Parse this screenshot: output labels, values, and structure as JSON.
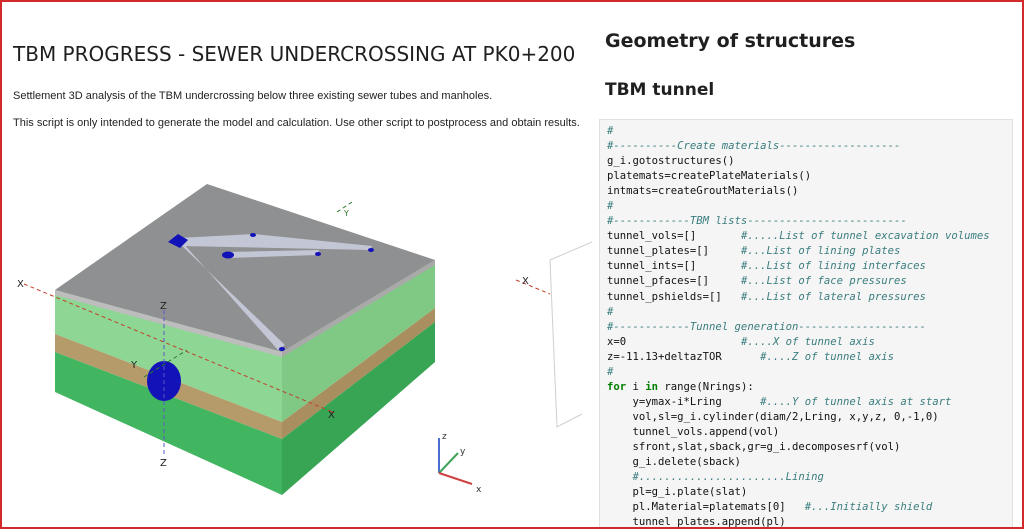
{
  "left": {
    "title": "TBM PROGRESS - SEWER UNDERCROSSING AT PK0+200",
    "description_1": "Settlement 3D analysis of the TBM undercrossing below three existing sewer tubes and manholes.",
    "description_2": "This script is only intended to generate the model and calculation. Use other script to postprocess and obtain results."
  },
  "viewport": {
    "axis_x": "X",
    "axis_y": "Y",
    "axis_z": "Z",
    "triad_x": "x",
    "triad_y": "y",
    "triad_z": "z",
    "colors": {
      "top": "#8f9091",
      "upper_soil": "#8ed694",
      "sand_layer": "#b59a6a",
      "lower_soil": "#42b561",
      "tunnel": "#1212b8",
      "sewer": "#c3c6d4"
    }
  },
  "right": {
    "heading": "Geometry of structures",
    "subheading": "TBM tunnel",
    "code_lines": [
      [
        {
          "t": "#",
          "c": "cm"
        }
      ],
      [
        {
          "t": "#----------Create materials-------------------",
          "c": "cm"
        }
      ],
      [
        {
          "t": "g_i.gotostructures()",
          "c": ""
        }
      ],
      [
        {
          "t": "platemats=createPlateMaterials()",
          "c": ""
        }
      ],
      [
        {
          "t": "intmats=createGroutMaterials()",
          "c": ""
        }
      ],
      [
        {
          "t": "#",
          "c": "cm"
        }
      ],
      [
        {
          "t": "#------------TBM lists-------------------------",
          "c": "cm"
        }
      ],
      [
        {
          "t": "tunnel_vols=[]       ",
          "c": ""
        },
        {
          "t": "#.....List of tunnel excavation volumes",
          "c": "cm"
        }
      ],
      [
        {
          "t": "tunnel_plates=[]     ",
          "c": ""
        },
        {
          "t": "#...List of lining plates",
          "c": "cm"
        }
      ],
      [
        {
          "t": "tunnel_ints=[]       ",
          "c": ""
        },
        {
          "t": "#...List of lining interfaces",
          "c": "cm"
        }
      ],
      [
        {
          "t": "tunnel_pfaces=[]     ",
          "c": ""
        },
        {
          "t": "#...List of face pressures",
          "c": "cm"
        }
      ],
      [
        {
          "t": "tunnel_pshields=[]   ",
          "c": ""
        },
        {
          "t": "#...List of lateral pressures",
          "c": "cm"
        }
      ],
      [
        {
          "t": "#",
          "c": "cm"
        }
      ],
      [
        {
          "t": "#------------Tunnel generation--------------------",
          "c": "cm"
        }
      ],
      [
        {
          "t": "x=0                  ",
          "c": ""
        },
        {
          "t": "#....X of tunnel axis",
          "c": "cm"
        }
      ],
      [
        {
          "t": "z=-11.13+deltazTOR      ",
          "c": ""
        },
        {
          "t": "#....Z of tunnel axis",
          "c": "cm"
        }
      ],
      [
        {
          "t": "#",
          "c": "cm"
        }
      ],
      [
        {
          "t": "for",
          "c": "kw"
        },
        {
          "t": " i ",
          "c": ""
        },
        {
          "t": "in",
          "c": "kw"
        },
        {
          "t": " range(Nrings):",
          "c": ""
        }
      ],
      [
        {
          "t": "    y=ymax-i*Lring      ",
          "c": ""
        },
        {
          "t": "#....Y of tunnel axis at start",
          "c": "cm"
        }
      ],
      [
        {
          "t": "    vol,sl=g_i.cylinder(diam/2,Lring, x,y,z, 0,-1,0)",
          "c": ""
        }
      ],
      [
        {
          "t": "    tunnel_vols.append(vol)",
          "c": ""
        }
      ],
      [
        {
          "t": "    sfront,slat,sback,gr=g_i.decomposesrf(vol)",
          "c": ""
        }
      ],
      [
        {
          "t": "    g_i.delete(sback)",
          "c": ""
        }
      ],
      [
        {
          "t": "    ",
          "c": ""
        },
        {
          "t": "#.......................Lining",
          "c": "cm"
        }
      ],
      [
        {
          "t": "    pl=g_i.plate(slat)",
          "c": ""
        }
      ],
      [
        {
          "t": "    pl.Material=platemats[0]   ",
          "c": ""
        },
        {
          "t": "#...Initially shield",
          "c": "cm"
        }
      ],
      [
        {
          "t": "    tunnel_plates.append(pl)",
          "c": ""
        }
      ]
    ]
  }
}
